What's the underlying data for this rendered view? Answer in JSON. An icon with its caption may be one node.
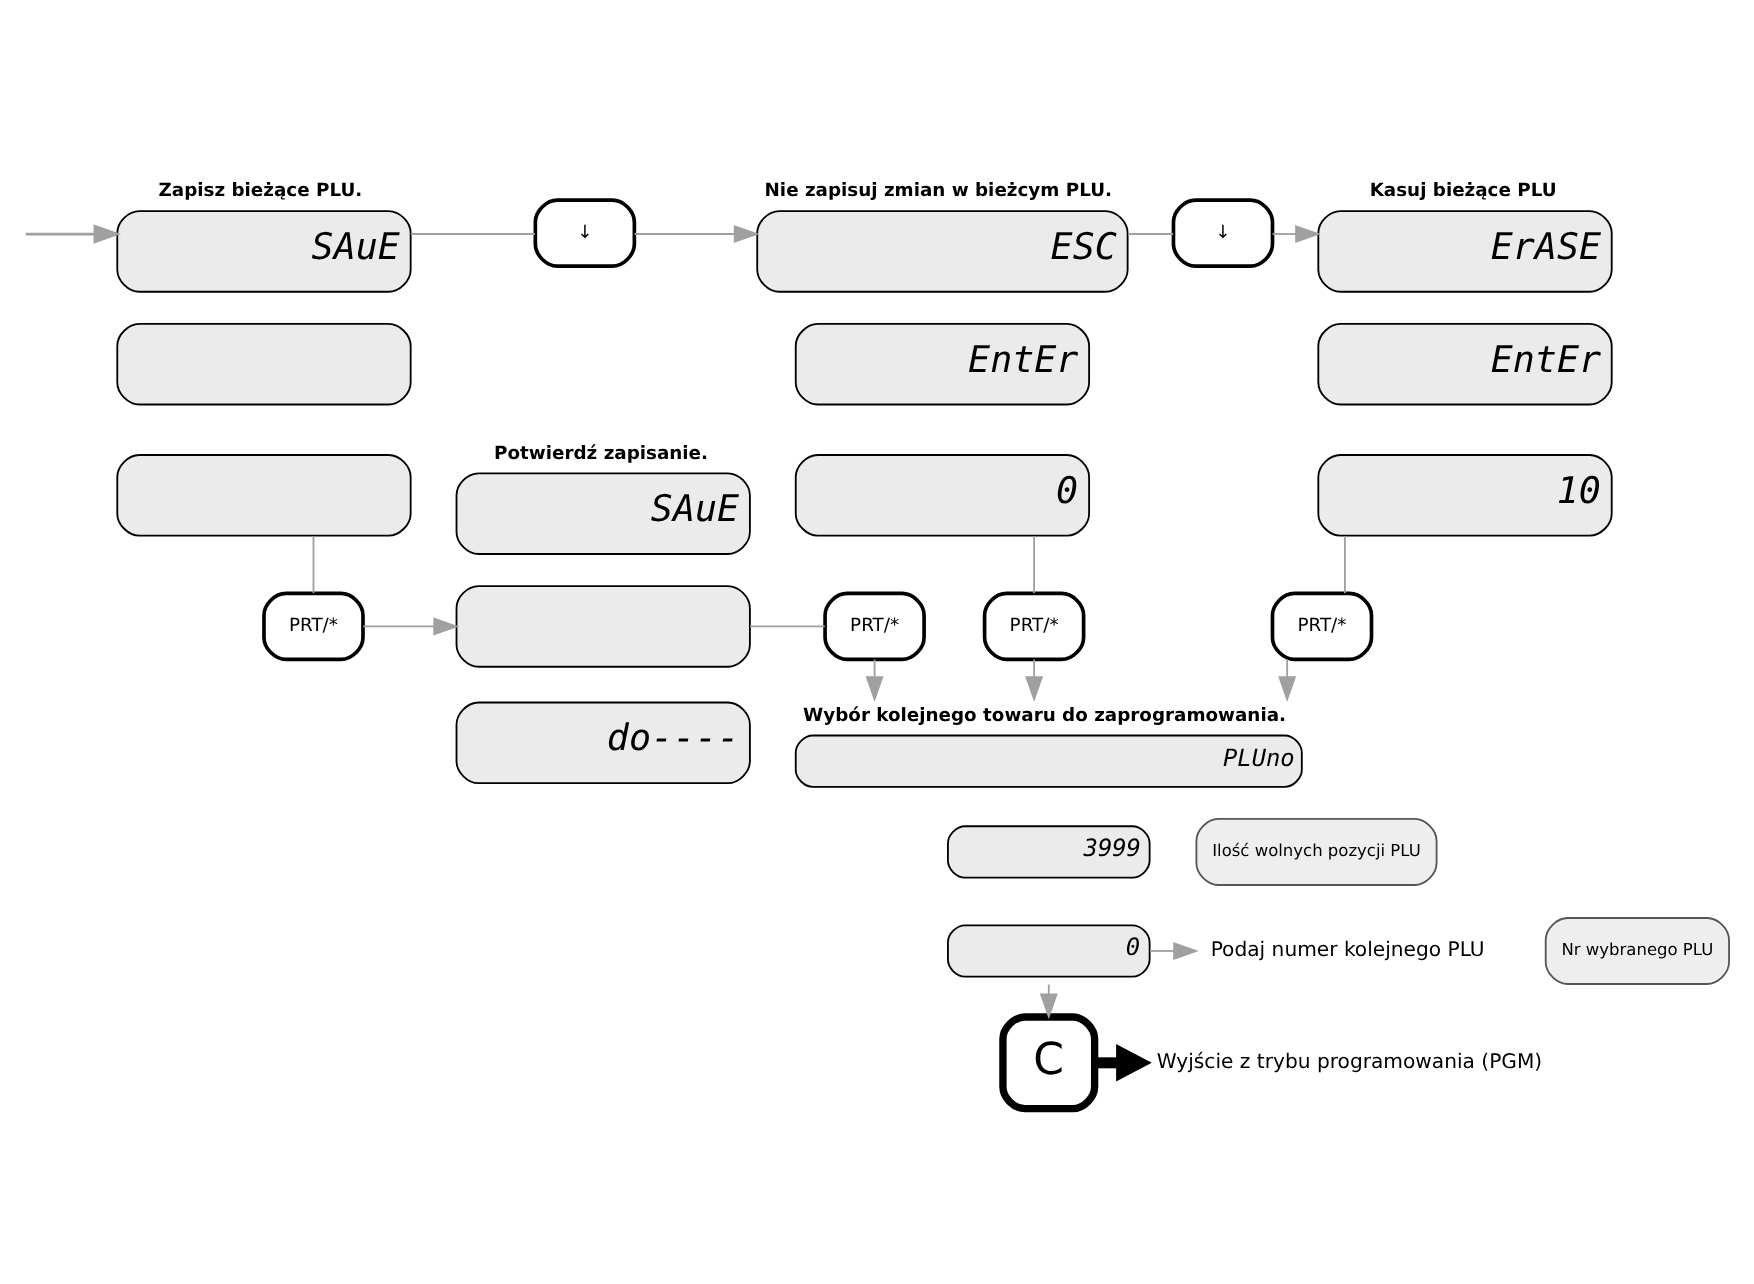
{
  "diagram": {
    "nodes": [
      {
        "text": [
          "Zapisz bieżące PLU.",
          "SAuE"
        ]
      },
      {
        "text": [],
        "shape": "box"
      },
      {
        "text": [],
        "shape": "box"
      },
      {
        "text": [
          "↓"
        ]
      },
      {
        "text": [
          "Nie zapisuj zmian w bieżcym PLU.",
          "ESC"
        ]
      },
      {
        "text": [
          "EntEr"
        ]
      },
      {
        "text": [
          "0"
        ]
      },
      {
        "text": [
          "↓"
        ]
      },
      {
        "text": [
          "Kasuj bieżące PLU",
          "ErASE"
        ]
      },
      {
        "text": [
          "EntEr"
        ]
      },
      {
        "text": [
          "10"
        ]
      },
      {
        "text": [
          "PRT/*"
        ]
      },
      {
        "text": [
          "Potwierdź zapisanie.",
          "SAuE"
        ]
      },
      {
        "text": [],
        "shape": "box"
      },
      {
        "text": [
          "do----"
        ]
      },
      {
        "text": [
          "PRT/*"
        ]
      },
      {
        "text": [
          "PRT/*"
        ]
      },
      {
        "text": [
          "PRT/*"
        ]
      },
      {
        "text": [
          "Wybór kolejnego towaru do zaprogramowania.",
          "PLUno"
        ]
      },
      {
        "text": [
          "3999"
        ]
      },
      {
        "text": [
          "Ilość wolnych pozycji PLU"
        ]
      },
      {
        "text": [
          "0"
        ]
      },
      {
        "text": [
          "Nr wybranego PLU"
        ]
      },
      {
        "text": [
          "Podaj numer kolejnego PLU"
        ]
      },
      {
        "text": [
          "C"
        ]
      },
      {
        "text": [
          "Wyjście z trybu programowania (PGM)"
        ]
      }
    ],
    "edges": [
      {
        "from": null,
        "to": 0,
        "arrow": "to"
      },
      {
        "from": 0,
        "to": 3,
        "arrow": "none"
      },
      {
        "from": 3,
        "to": 4,
        "arrow": "to"
      },
      {
        "from": 4,
        "to": 7,
        "arrow": "none"
      },
      {
        "from": 7,
        "to": 8,
        "arrow": "to"
      },
      {
        "from": 2,
        "to": 11,
        "arrow": "none"
      },
      {
        "from": 11,
        "to": 13,
        "arrow": "to"
      },
      {
        "from": 13,
        "to": 15,
        "arrow": "none"
      },
      {
        "from": 15,
        "to": 18,
        "arrow": "to"
      },
      {
        "from": 6,
        "to": 16,
        "arrow": "none"
      },
      {
        "from": 16,
        "to": 18,
        "arrow": "to"
      },
      {
        "from": 10,
        "to": 17,
        "arrow": "none"
      },
      {
        "from": 17,
        "to": 18,
        "arrow": "to"
      },
      {
        "from": 21,
        "to": 23,
        "arrow": "to"
      },
      {
        "from": 21,
        "to": 24,
        "arrow": "to"
      },
      {
        "from": 24,
        "to": 25,
        "arrow": "to",
        "style": "thick",
        "color": "#000000"
      }
    ]
  }
}
